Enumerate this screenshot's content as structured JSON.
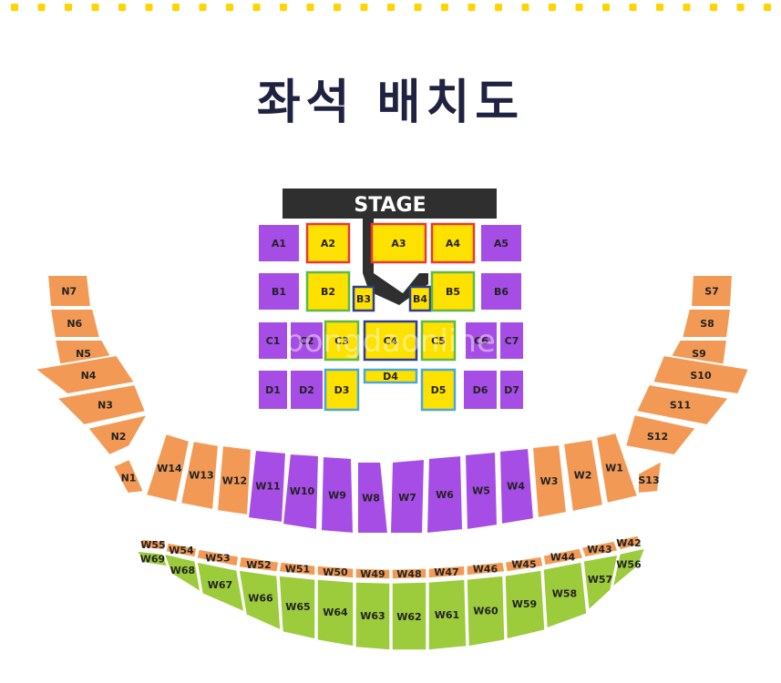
{
  "title": "좌석 배치도",
  "stage_label": "STAGE",
  "watermark": "bongdaonline",
  "colors": {
    "purple": "#a64de6",
    "yellow": "#ffe100",
    "orange": "#f29a55",
    "green": "#9ccb3b",
    "stage": "#2f2f2f",
    "dots": "#ffd400",
    "title": "#1f2240"
  },
  "floor": {
    "row_a": [
      {
        "label": "A1",
        "color": "purple"
      },
      {
        "label": "A2",
        "color": "yellow",
        "border": "#e53935"
      },
      {
        "label": "A3",
        "color": "yellow",
        "border": "#e53935"
      },
      {
        "label": "A4",
        "color": "yellow",
        "border": "#e53935"
      },
      {
        "label": "A5",
        "color": "purple"
      }
    ],
    "row_b": [
      {
        "label": "B1",
        "color": "purple"
      },
      {
        "label": "B2",
        "color": "yellow",
        "border": "#5fb84a"
      },
      {
        "label": "B3",
        "color": "yellow",
        "border": "#2c3e8f"
      },
      {
        "label": "B4",
        "color": "yellow",
        "border": "#2c3e8f"
      },
      {
        "label": "B5",
        "color": "yellow",
        "border": "#5fb84a"
      },
      {
        "label": "B6",
        "color": "purple"
      }
    ],
    "row_c": [
      {
        "label": "C1",
        "color": "purple"
      },
      {
        "label": "C2",
        "color": "purple"
      },
      {
        "label": "C3",
        "color": "yellow",
        "border": "#5fb84a"
      },
      {
        "label": "C4",
        "color": "yellow",
        "border": "#2c3e8f"
      },
      {
        "label": "C5",
        "color": "yellow",
        "border": "#5fb84a"
      },
      {
        "label": "C6",
        "color": "purple"
      },
      {
        "label": "C7",
        "color": "purple"
      }
    ],
    "row_d": [
      {
        "label": "D1",
        "color": "purple"
      },
      {
        "label": "D2",
        "color": "purple"
      },
      {
        "label": "D3",
        "color": "yellow",
        "border": "#4aa8d8"
      },
      {
        "label": "D4",
        "color": "yellow",
        "border": "#4aa8d8"
      },
      {
        "label": "D5",
        "color": "yellow",
        "border": "#4aa8d8"
      },
      {
        "label": "D6",
        "color": "purple"
      },
      {
        "label": "D7",
        "color": "purple"
      }
    ]
  },
  "north": [
    "N7",
    "N6",
    "N5",
    "N4",
    "N3",
    "N2",
    "N1"
  ],
  "south": [
    "S7",
    "S8",
    "S9",
    "S10",
    "S11",
    "S12",
    "S13"
  ],
  "lower_ring": [
    {
      "label": "W14",
      "color": "orange"
    },
    {
      "label": "W13",
      "color": "orange"
    },
    {
      "label": "W12",
      "color": "orange"
    },
    {
      "label": "W11",
      "color": "purple"
    },
    {
      "label": "W10",
      "color": "purple"
    },
    {
      "label": "W9",
      "color": "purple"
    },
    {
      "label": "W8",
      "color": "purple"
    },
    {
      "label": "W7",
      "color": "purple"
    },
    {
      "label": "W6",
      "color": "purple"
    },
    {
      "label": "W5",
      "color": "purple"
    },
    {
      "label": "W4",
      "color": "purple"
    },
    {
      "label": "W3",
      "color": "orange"
    },
    {
      "label": "W2",
      "color": "orange"
    },
    {
      "label": "W1",
      "color": "orange"
    }
  ],
  "upper_ring_top": [
    "W55",
    "W54",
    "W53",
    "W52",
    "W51",
    "W50",
    "W49",
    "W48",
    "W47",
    "W46",
    "W45",
    "W44",
    "W43",
    "W42"
  ],
  "upper_ring_bottom": [
    "W69",
    "W68",
    "W67",
    "W66",
    "W65",
    "W64",
    "W63",
    "W62",
    "W61",
    "W60",
    "W59",
    "W58",
    "W57",
    "W56"
  ]
}
